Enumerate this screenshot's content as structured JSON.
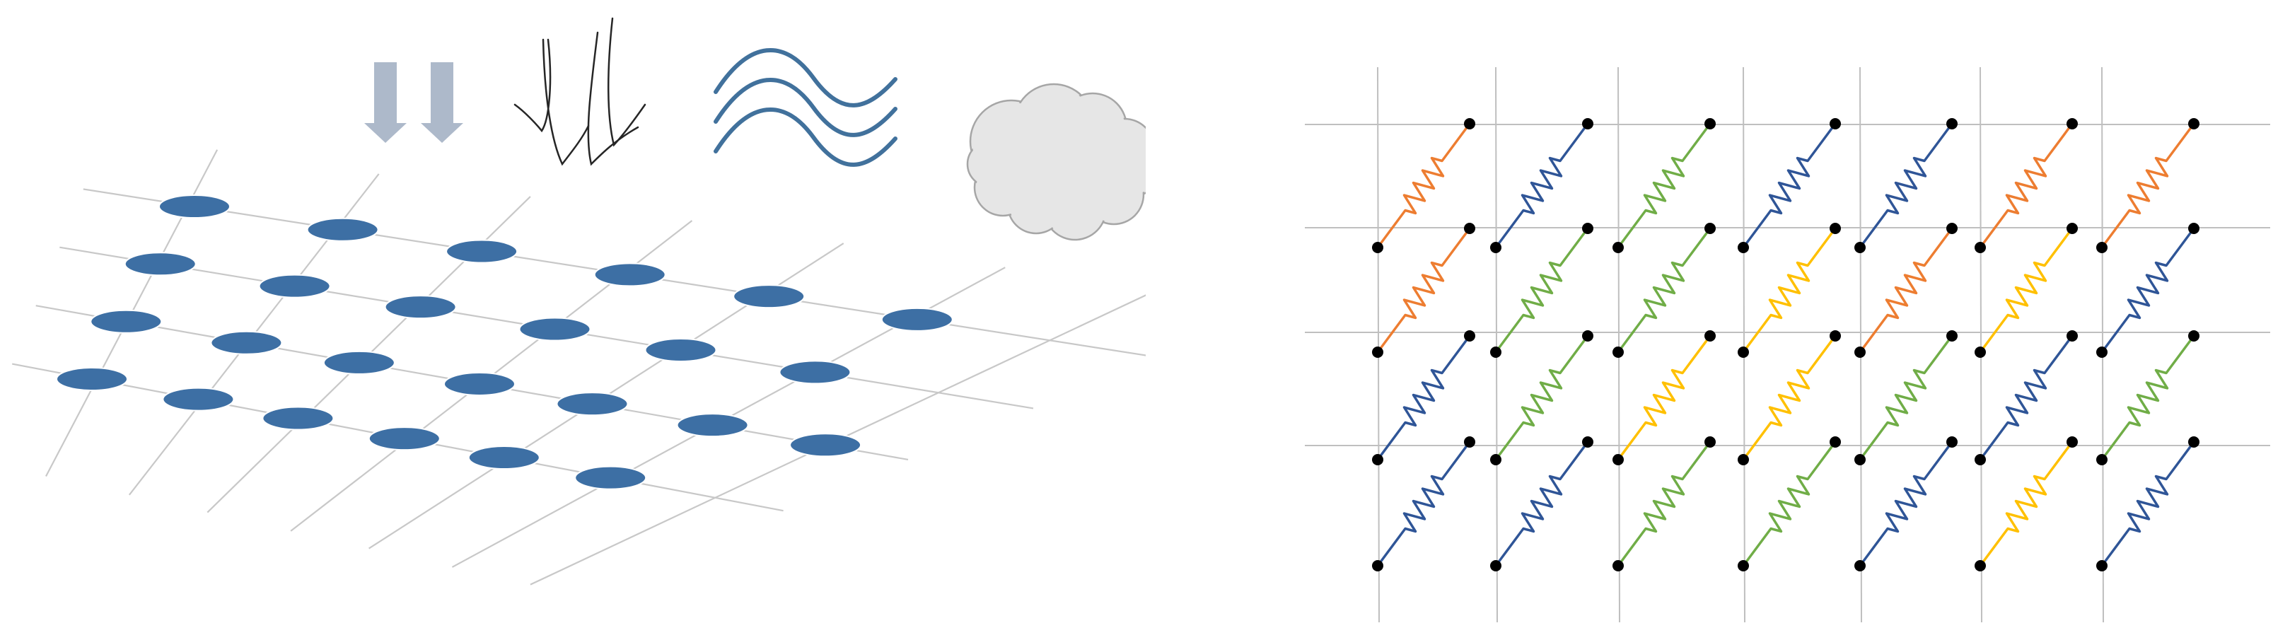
{
  "left_panel": {
    "grid_color": "#c8c8c8",
    "disk_color": "#41719c",
    "disk_fill": "#3d6fa4",
    "icons": [
      "down-arrow-icon",
      "wind-stream-icon",
      "wave-icon",
      "cloud-icon"
    ],
    "arrow_color": "#adb9ca",
    "wave_color": "#41719c",
    "cloud_fill": "#e6e6e6",
    "cloud_stroke": "#a6a6a6"
  },
  "right_panel": {
    "grid_color": "#bfbfbf",
    "node_color": "#000000",
    "spring_colors": {
      "orange": "#ed7d31",
      "blue": "#2f5597",
      "green": "#70ad47",
      "yellow": "#ffc000"
    },
    "spring_grid": [
      [
        "orange",
        "blue",
        "green",
        "blue",
        "blue",
        "orange",
        "orange"
      ],
      [
        "orange",
        "green",
        "green",
        "yellow",
        "orange",
        "yellow",
        "blue"
      ],
      [
        "blue",
        "green",
        "yellow",
        "yellow",
        "green",
        "blue",
        "green"
      ],
      [
        "blue",
        "blue",
        "green",
        "green",
        "blue",
        "yellow",
        "blue"
      ]
    ]
  }
}
